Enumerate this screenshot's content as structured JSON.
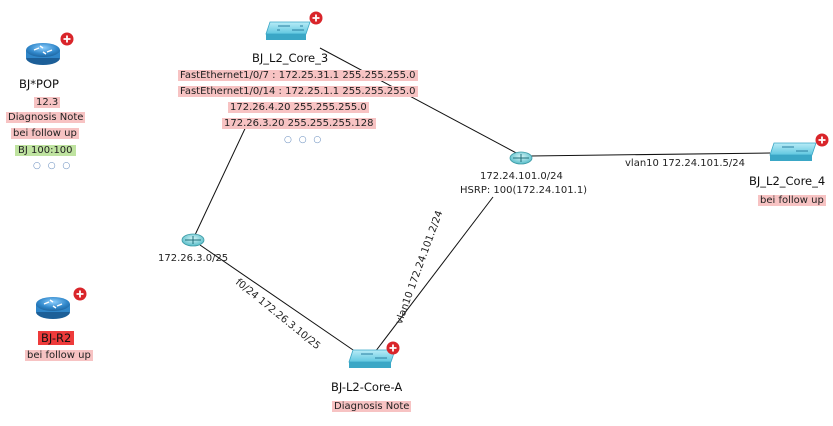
{
  "nodes": {
    "bj_pop": {
      "name": "BJ*POP",
      "notes": [
        "12.3",
        "Diagnosis Note",
        "bei follow up"
      ],
      "tag": "BJ  100:100",
      "more": "○ ○ ○"
    },
    "bj_r2": {
      "name": "BJ-R2",
      "note": "bei follow up"
    },
    "bj_l2_core_3": {
      "name": "BJ_L2_Core_3",
      "interfaces": [
        "FastEthernet1/0/7 : 172.25.31.1 255.255.255.0",
        "FastEthernet1/0/14 : 172.25.1.1 255.255.255.0",
        "172.26.4.20 255.255.255.0",
        "172.26.3.20 255.255.255.128"
      ],
      "more": "○ ○ ○"
    },
    "bj_l2_core_4": {
      "name": "BJ_L2_Core_4",
      "note": "bei follow up"
    },
    "bj_l2_core_a": {
      "name": "BJ-L2-Core-A",
      "note": "Diagnosis Note"
    },
    "net_172_26_3": {
      "label": "172.26.3.0/25"
    },
    "net_172_24_101": {
      "label": "172.24.101.0/24",
      "hsrp": "HSRP: 100(172.24.101.1)"
    }
  },
  "links": {
    "core4_link": "vlan10 172.24.101.5/24",
    "corea_hsrp_link": "vlan10 172.24.101.2/24",
    "corea_net3_link": "f0/24 172.26.3.10/25"
  },
  "colors": {
    "note_highlight": "#f7c3c3",
    "alert_highlight": "#ee3b3b",
    "tag_highlight": "#bfe3a0",
    "device_blue": "#2f86c9",
    "switch_cyan": "#5fc7e0",
    "alert_badge": "#d9252a"
  }
}
